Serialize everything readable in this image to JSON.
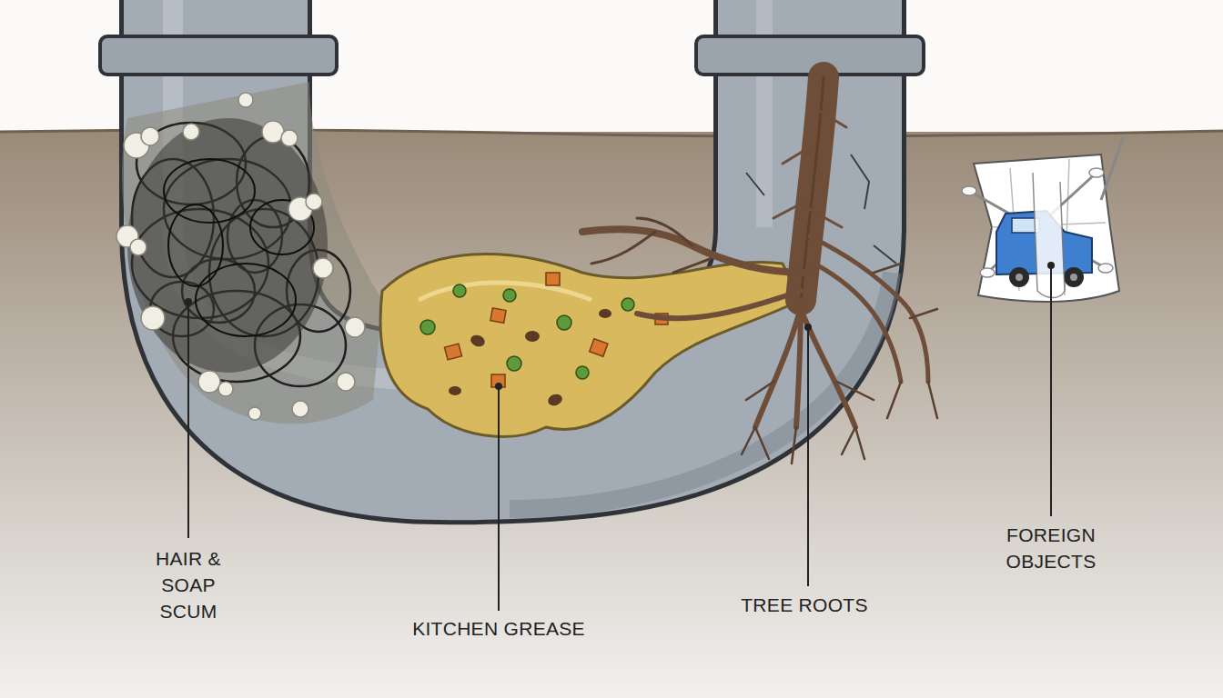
{
  "diagram": {
    "labels": [
      "HAIR & SOAP SCUM",
      "KITCHEN GREASE",
      "TREE ROOTS",
      "FOREIGN OBJECTS"
    ]
  }
}
